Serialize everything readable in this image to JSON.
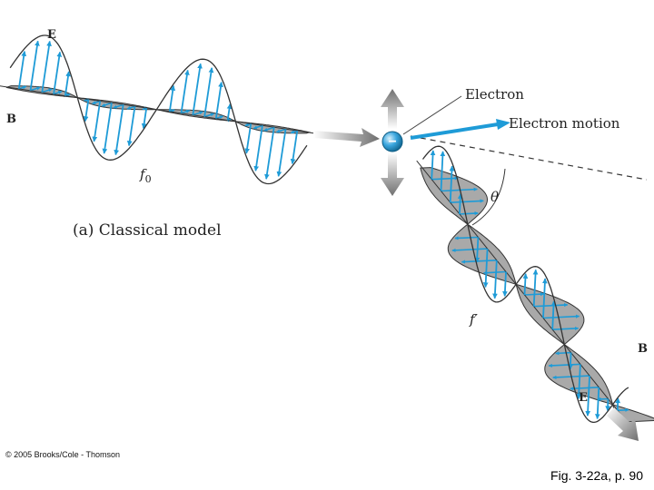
{
  "labels": {
    "e_top": "E",
    "b_left": "B",
    "f_zero_main": "f",
    "f_zero_sub": "0",
    "f_prime": "f′",
    "theta": "θ",
    "electron": "Electron",
    "electron_motion": "Electron motion",
    "electron_sign": "−",
    "b_right": "B",
    "e_bottom": "E"
  },
  "caption": "(a) Classical model",
  "footer": {
    "copyright": "© 2005 Brooks/Cole - Thomson",
    "figure_ref": "Fig. 3-22a, p. 90"
  },
  "colors": {
    "e_arrow": "#1e9bd7",
    "b_fill": "#a9a9a9",
    "curve": "#333333",
    "electron": "#3aa6de",
    "big_arrow": "#7a7a7a"
  }
}
